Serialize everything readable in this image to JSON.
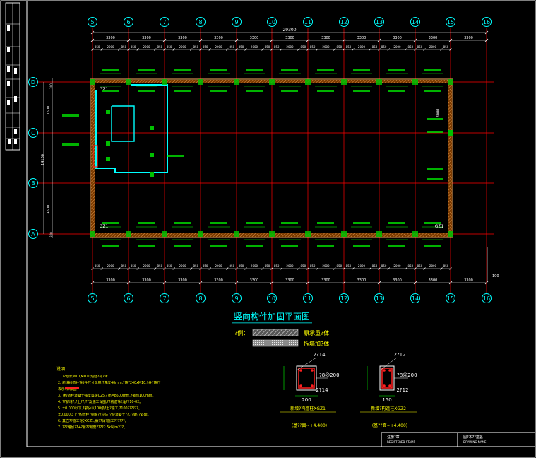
{
  "drawing": {
    "title": "竖向构件加固平面图",
    "dim_total": "29300",
    "cols": [
      "5",
      "6",
      "7",
      "8",
      "9",
      "10",
      "11",
      "12",
      "13",
      "14",
      "15",
      "16"
    ],
    "rows": [
      "D",
      "C",
      "B",
      "A"
    ],
    "bay_dims": [
      "3300",
      "3300",
      "3300",
      "3300",
      "3300",
      "3300",
      "3300",
      "3300",
      "3300",
      "3300",
      "3300"
    ],
    "sub_dims": [
      "850",
      "2000",
      "850",
      "850",
      "2000",
      "850",
      "850",
      "2000",
      "850",
      "850",
      "2000",
      "850",
      "850",
      "2000",
      "850",
      "850",
      "2000",
      "850",
      "850",
      "2000",
      "850",
      "850",
      "2000",
      "850",
      "850",
      "2000",
      "850",
      "850",
      "2000",
      "850"
    ],
    "row_dims": [
      "1500",
      "14100",
      "4500"
    ],
    "row_small": [
      "300",
      "300"
    ],
    "right_dim": "3000",
    "tail_dim": "100",
    "labels": {
      "gz1_top": "GZ1",
      "gz1_bot": "GZ1",
      "gz_right": "GZ1"
    }
  },
  "legend": {
    "prefix": "?例：",
    "items": [
      {
        "label": "原承重?体",
        "fill": "#a0a0a0"
      },
      {
        "label": "拆墙加?体",
        "fill": "#c0c0c0"
      }
    ]
  },
  "details": [
    {
      "top": "2?14",
      "mid": "?8@200",
      "bottom": "2?14",
      "width": "200",
      "name": "新增?构造柱XGZ1",
      "elev": "(基??面~+4.400)"
    },
    {
      "top": "2?12",
      "mid": "?8@200",
      "bottom": "2?12",
      "width": "150",
      "name": "新增?构造柱XGZ2",
      "elev": "(基??面~+4.400)"
    }
  ],
  "notes": {
    "heading": "说明：",
    "lines": [
      "1. ??砂浆M10,MU10烧结?孔?砖",
      "2. 新增构造柱?构件尺寸见图,?厚度40mm,?筋?240xM10,?柱?筋??",
      "   表示?体加固",
      "3. ?构造柱混凝土强度等级C25,??h=8500mm,?截面100mm。",
      "4. ??新增?,?上??,??及施工详图,??构造?标准??10-02。",
      "5. ±0.000以下,?部分以100级?土?施工,?100??????。",
      "   ±0.000以上?构造柱?钢筋??应与??及混凝土??,??做??处理。",
      "6. 其它??施工?按XGZ1,做??详?施工??????。",
      "7. ???增加??+?新??所需????2.5kN/m2??。"
    ]
  },
  "sidebar": {
    "rows": [
      "",
      "",
      "",
      "",
      "",
      "",
      "",
      "",
      ""
    ]
  },
  "titleblock": {
    "cell1": "注册?章",
    "cell1b": "REGISTERED STAMP",
    "cell2": "图?本??签名",
    "cell2b": "DRAWING NAME"
  },
  "colors": {
    "axis_circle": "#00ffff",
    "grid": "#ff0000",
    "wall": "#00ffff",
    "column": "#00c000",
    "dim": "#ffffff",
    "text_green": "#00ff00",
    "title": "#00ffff"
  }
}
